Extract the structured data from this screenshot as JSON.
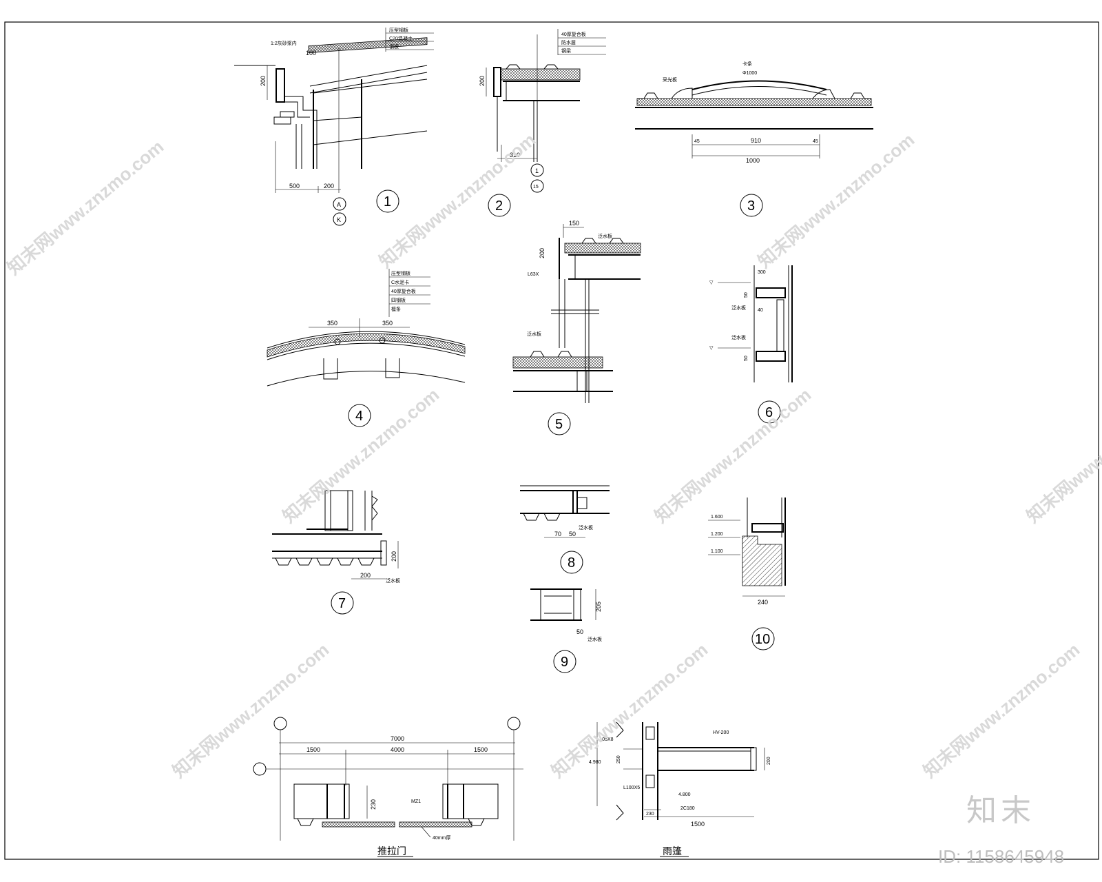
{
  "details": [
    {
      "id": "d1",
      "number": "1",
      "dims": [
        "500",
        "200",
        "200",
        "100"
      ],
      "grids": [
        "A",
        "K"
      ],
      "labels": [
        "1:2灰砂浆内",
        "压型钢板",
        "钢板",
        "C20混凝土"
      ]
    },
    {
      "id": "d2",
      "number": "2",
      "dims": [
        "200",
        "310"
      ],
      "grids": [
        "1",
        "15"
      ],
      "labels": [
        "40厚复合板",
        "防水层",
        "钢梁"
      ]
    },
    {
      "id": "d3",
      "number": "3",
      "dims": [
        "910",
        "1000",
        "45",
        "45"
      ],
      "labels": [
        "采光板",
        "卡条",
        "Φ1000"
      ]
    },
    {
      "id": "d4",
      "number": "4",
      "dims": [
        "350",
        "350"
      ],
      "labels": [
        "压型钢板",
        "C水泥卡",
        "40厚复合板",
        "四钢板",
        "檩条"
      ]
    },
    {
      "id": "d5",
      "number": "5",
      "dims": [
        "150",
        "200"
      ],
      "labels": [
        "泛水板",
        "L63X"
      ]
    },
    {
      "id": "d6",
      "number": "6",
      "dims": [
        "300",
        "50",
        "40",
        "50"
      ],
      "labels": [
        "泛水板"
      ]
    },
    {
      "id": "d7",
      "number": "7",
      "dims": [
        "200",
        "200"
      ],
      "labels": [
        "泛水板"
      ]
    },
    {
      "id": "d8",
      "number": "8",
      "dims": [
        "70",
        "50"
      ],
      "labels": [
        "泛水板"
      ]
    },
    {
      "id": "d9",
      "number": "9",
      "dims": [
        "205",
        "50"
      ],
      "labels": [
        "泛水板"
      ]
    },
    {
      "id": "d10",
      "number": "10",
      "dims": [
        "240"
      ],
      "labels": [
        "1.600",
        "1.200",
        "1.100"
      ]
    }
  ],
  "door": {
    "title": "推拉门",
    "overall": "7000",
    "segments": [
      "1500",
      "4000",
      "1500"
    ],
    "door_mark": "MZ1",
    "height_dim": "230",
    "note": "40mm厚"
  },
  "canopy": {
    "title": "雨篷",
    "labels": [
      "-105X8",
      "HV-200",
      "L100X5",
      "2C180"
    ],
    "levels": [
      "4.980",
      "4.800"
    ],
    "dims": [
      "250",
      "230",
      "1500",
      "200"
    ]
  },
  "watermark": {
    "text": "知末网www.znzmo.com",
    "brand": "知末",
    "image_id": "ID: 1158645948"
  }
}
